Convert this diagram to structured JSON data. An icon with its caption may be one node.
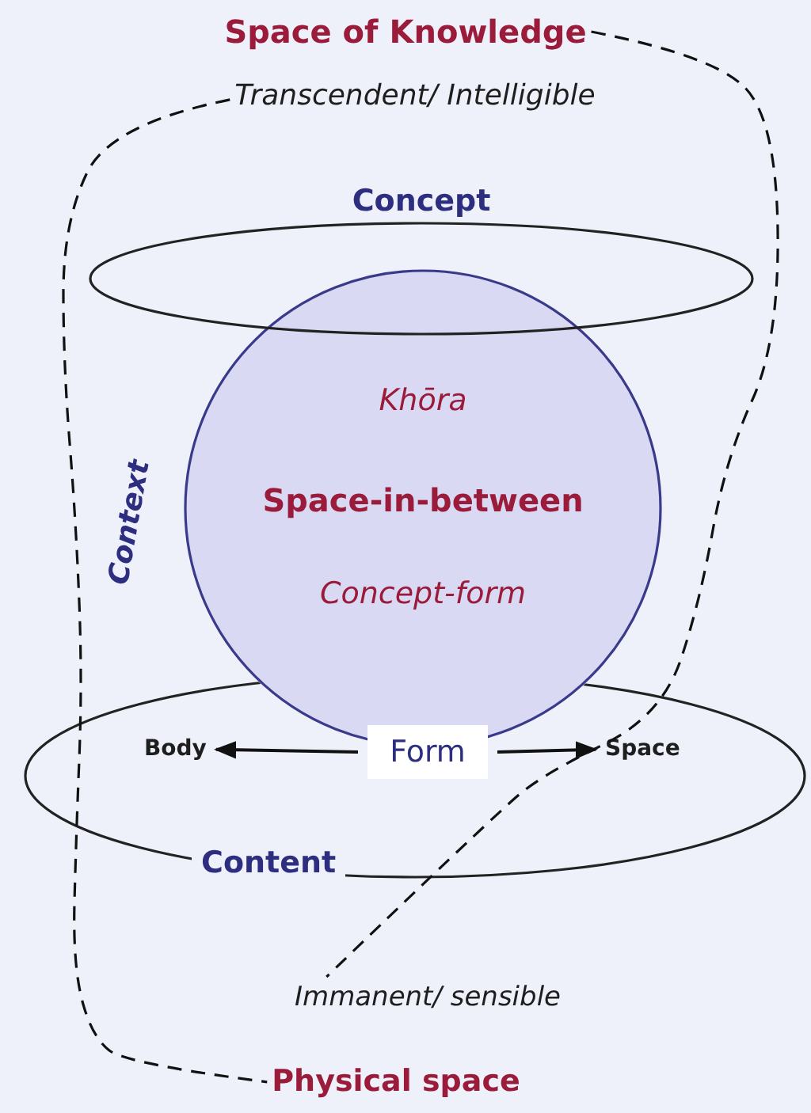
{
  "diagram": {
    "nodes": [
      {
        "text": [
          "Space of Knowledge"
        ]
      },
      {
        "text": [
          "Transcendent/ Intelligible"
        ]
      },
      {
        "text": [
          "Concept"
        ]
      },
      {
        "text": [
          "Khōra",
          "Space-in-between",
          "Concept-form"
        ]
      },
      {
        "text": [
          "Content"
        ]
      },
      {
        "text": [
          "Body"
        ],
        "in": 4
      },
      {
        "text": [
          "Form"
        ],
        "in": 4
      },
      {
        "text": [
          "Space"
        ],
        "in": 4
      },
      {
        "text": [
          "Immanent/ sensible"
        ]
      },
      {
        "text": [
          "Physical space"
        ]
      }
    ],
    "edges": [
      {
        "from": 6,
        "to": 5,
        "arrow": "to"
      },
      {
        "from": 6,
        "to": 7,
        "arrow": "to"
      },
      {
        "from": 0,
        "to": 8,
        "arrow": "none",
        "style": "dashed"
      },
      {
        "from": 1,
        "to": 9,
        "arrow": "none",
        "style": "dashed",
        "label": "Context"
      }
    ]
  }
}
